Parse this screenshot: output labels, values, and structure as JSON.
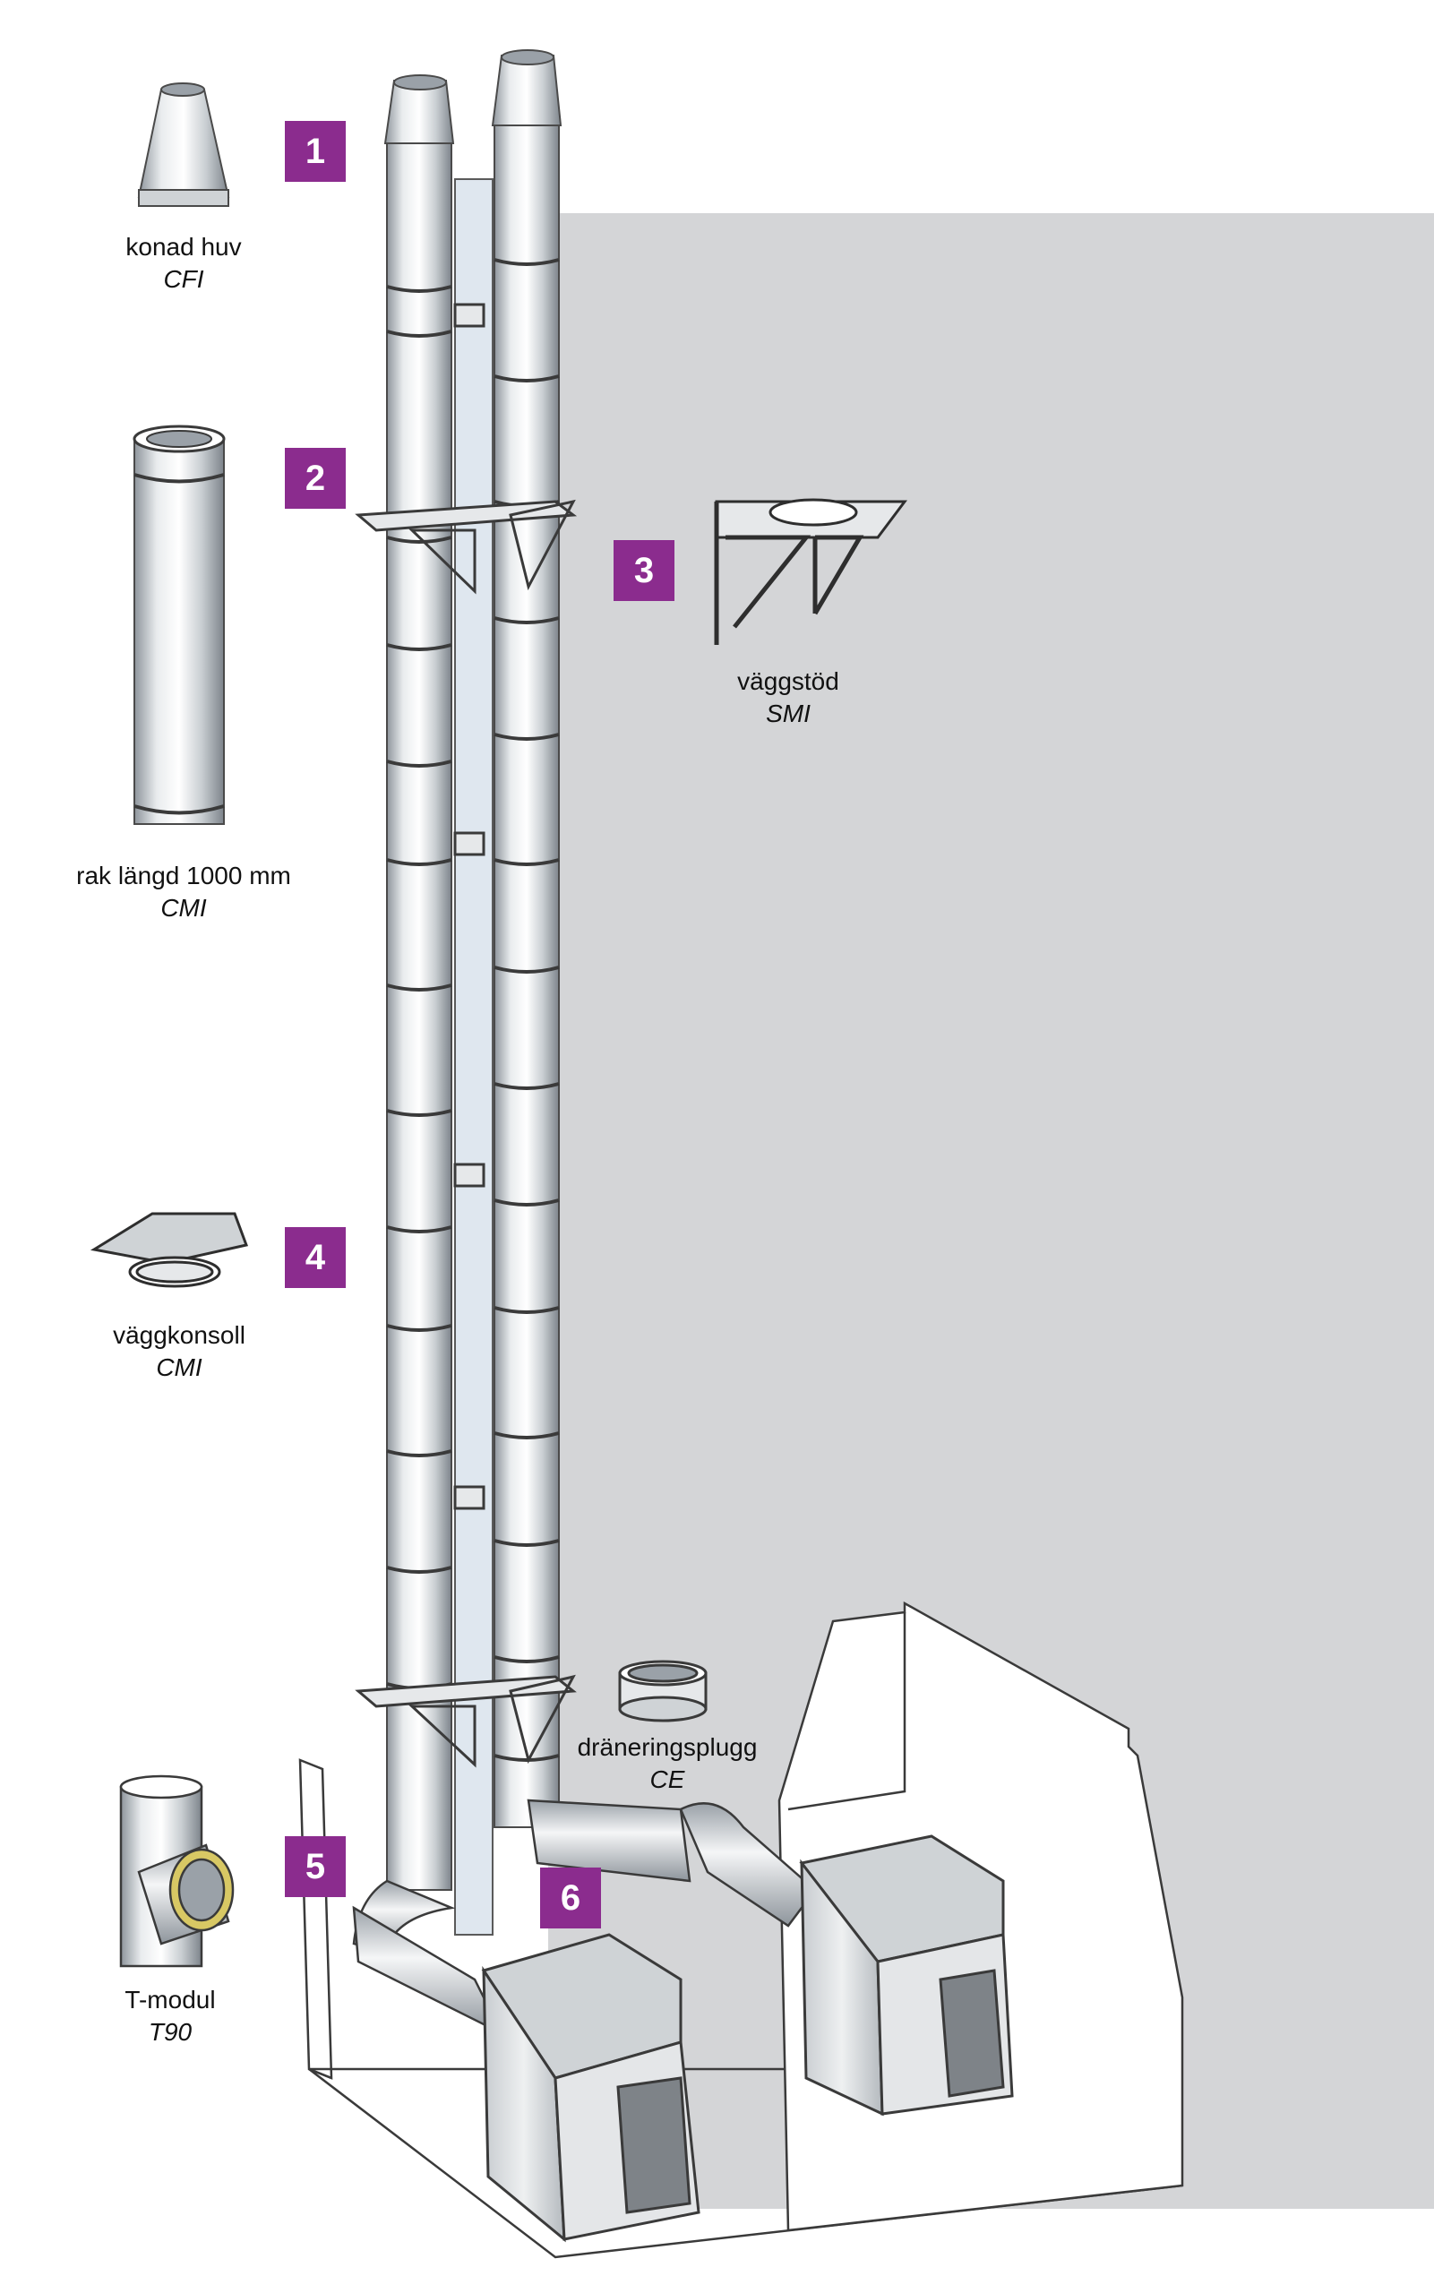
{
  "colors": {
    "badge": "#8b2c8e",
    "wall": "#d4d5d7",
    "steel_light": "#f2f3f4",
    "steel_dark": "#9aa1a8",
    "outline": "#3a3a3a"
  },
  "badges": [
    "1",
    "2",
    "3",
    "4",
    "5",
    "6"
  ],
  "parts": [
    {
      "name": "konad huv",
      "code": "CFI",
      "icon": "conical-cap-icon"
    },
    {
      "name": "rak längd 1000 mm",
      "code": "CMI",
      "icon": "straight-pipe-icon"
    },
    {
      "name": "väggstöd",
      "code": "SMI",
      "icon": "wall-support-icon"
    },
    {
      "name": "väggkonsoll",
      "code": "CMI",
      "icon": "wall-bracket-icon"
    },
    {
      "name": "T-modul",
      "code": "T90",
      "icon": "tee-module-icon"
    },
    {
      "name": "dräneringsplugg",
      "code": "CE",
      "icon": "drain-plug-icon"
    }
  ]
}
